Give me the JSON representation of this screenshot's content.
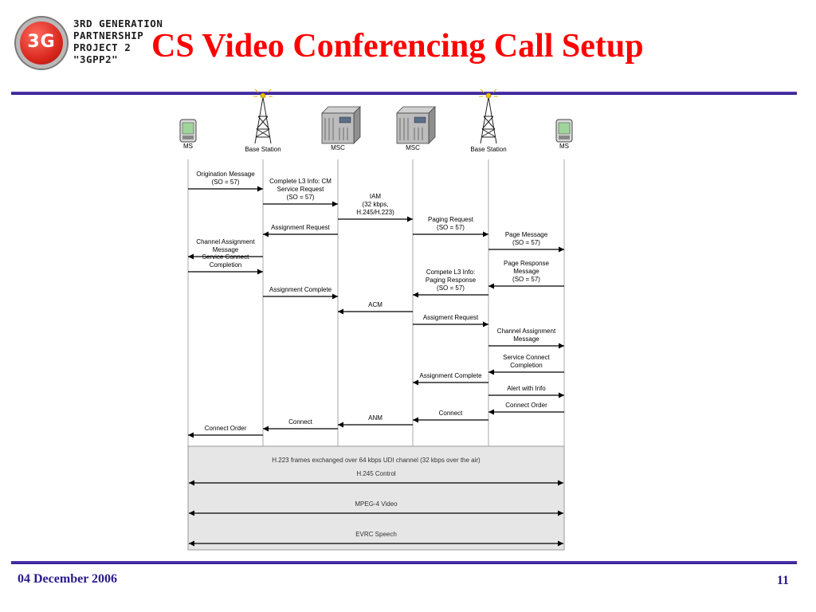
{
  "logo": {
    "badge": "3G",
    "lines": [
      "3RD GENERATION",
      "PARTNERSHIP",
      "PROJECT 2",
      "\"3GPP2\""
    ]
  },
  "title": "CS Video Conferencing Call Setup",
  "footer": {
    "date": "04 December 2006",
    "page": "11"
  },
  "diagram": {
    "lanes": [
      {
        "label": "MS",
        "icon": "mobile-phone-icon"
      },
      {
        "label": "Base Station",
        "icon": "antenna-tower-icon"
      },
      {
        "label": "MSC",
        "icon": "switch-server-icon"
      },
      {
        "label": "MSC",
        "icon": "switch-server-icon"
      },
      {
        "label": "Base Station",
        "icon": "antenna-tower-icon"
      },
      {
        "label": "MS",
        "icon": "mobile-phone-icon"
      }
    ],
    "messages": [
      {
        "from": 0,
        "to": 1,
        "lines": [
          "Origination Message",
          "(SO = 57)"
        ]
      },
      {
        "from": 1,
        "to": 2,
        "lines": [
          "Complete L3 Info: CM",
          "Service Request",
          "(SO = 57)"
        ]
      },
      {
        "from": 2,
        "to": 3,
        "lines": [
          "IAM",
          "(32 kbps,",
          "H.245/H.223)"
        ]
      },
      {
        "from": 3,
        "to": 4,
        "lines": [
          "Paging Request",
          "(SO = 57)"
        ]
      },
      {
        "from": 2,
        "to": 1,
        "lines": [
          "Assignment Request"
        ]
      },
      {
        "from": 4,
        "to": 5,
        "lines": [
          "Page Message",
          "(SO = 57)"
        ]
      },
      {
        "from": 1,
        "to": 0,
        "lines": [
          "Channel Assignment",
          "Message"
        ]
      },
      {
        "from": 0,
        "to": 1,
        "lines": [
          "Service Connect",
          "Completion"
        ]
      },
      {
        "from": 5,
        "to": 4,
        "lines": [
          "Page Response",
          "Message",
          "(SO = 57)"
        ]
      },
      {
        "from": 1,
        "to": 2,
        "lines": [
          "Assignment Complete"
        ]
      },
      {
        "from": 4,
        "to": 3,
        "lines": [
          "Compete L3 Info:",
          "Paging Response",
          "(SO = 57)"
        ]
      },
      {
        "from": 3,
        "to": 2,
        "lines": [
          "ACM"
        ]
      },
      {
        "from": 3,
        "to": 4,
        "lines": [
          "Assigment Request"
        ]
      },
      {
        "from": 4,
        "to": 5,
        "lines": [
          "Channel Assignment",
          "Message"
        ]
      },
      {
        "from": 5,
        "to": 4,
        "lines": [
          "Service Connect",
          "Completion"
        ]
      },
      {
        "from": 4,
        "to": 3,
        "lines": [
          "Assignment Complete"
        ]
      },
      {
        "from": 4,
        "to": 5,
        "lines": [
          "Alert with  Info"
        ]
      },
      {
        "from": 5,
        "to": 4,
        "lines": [
          "Connect Order"
        ]
      },
      {
        "from": 4,
        "to": 3,
        "lines": [
          "Connect"
        ]
      },
      {
        "from": 3,
        "to": 2,
        "lines": [
          "ANM"
        ]
      },
      {
        "from": 2,
        "to": 1,
        "lines": [
          "Connect"
        ]
      },
      {
        "from": 1,
        "to": 0,
        "lines": [
          "Connect Order"
        ]
      }
    ],
    "bearer": {
      "caption": "H.223 frames exchanged over 64 kbps UDI channel (32 kbps over the air)",
      "streams": [
        "H.245 Control",
        "MPEG-4 Video",
        "EVRC Speech"
      ]
    }
  }
}
